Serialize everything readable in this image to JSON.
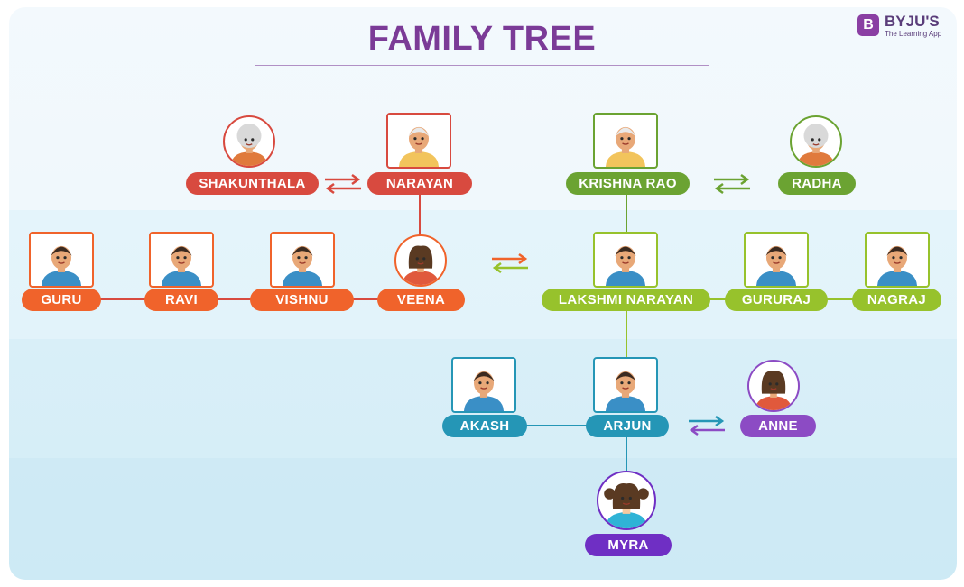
{
  "title": "FAMILY TREE",
  "brand": {
    "mark": "B",
    "name": "BYJU'S",
    "tagline": "The Learning App"
  },
  "colors": {
    "title": "#7b3b97",
    "gen1_maternal": "#d84a3f",
    "gen2_maternal": "#f0632b",
    "gen1_paternal": "#6ba332",
    "gen2_paternal": "#97c22c",
    "gen3": "#2596b6",
    "spouse_arjun": "#8c4bc4",
    "gen4": "#6f2fc4"
  },
  "people": {
    "shakunthala": {
      "name": "SHAKUNTHALA",
      "icon": "grandmother-icon"
    },
    "narayan": {
      "name": "NARAYAN",
      "icon": "grandfather-icon"
    },
    "krishna_rao": {
      "name": "KRISHNA RAO",
      "icon": "grandfather-icon"
    },
    "radha": {
      "name": "RADHA",
      "icon": "grandmother-icon"
    },
    "guru": {
      "name": "GURU",
      "icon": "man-icon"
    },
    "ravi": {
      "name": "RAVI",
      "icon": "man-icon"
    },
    "vishnu": {
      "name": "VISHNU",
      "icon": "man-icon"
    },
    "veena": {
      "name": "VEENA",
      "icon": "woman-icon"
    },
    "lakshmi_narayan": {
      "name": "LAKSHMI NARAYAN",
      "icon": "man-icon"
    },
    "gururaj": {
      "name": "GURURAJ",
      "icon": "man-icon"
    },
    "nagraj": {
      "name": "NAGRAJ",
      "icon": "man-icon"
    },
    "akash": {
      "name": "AKASH",
      "icon": "man-icon"
    },
    "arjun": {
      "name": "ARJUN",
      "icon": "man-icon"
    },
    "anne": {
      "name": "ANNE",
      "icon": "woman-icon"
    },
    "myra": {
      "name": "MYRA",
      "icon": "girl-icon"
    }
  }
}
